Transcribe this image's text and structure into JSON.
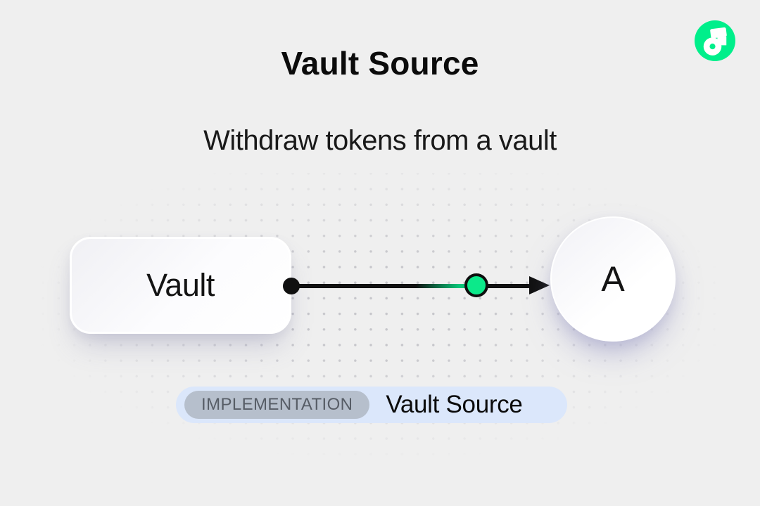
{
  "header": {
    "title": "Vault Source",
    "subtitle": "Withdraw tokens from a vault",
    "logo": {
      "name": "flow-logo",
      "color": "#00ef8b"
    }
  },
  "diagram": {
    "nodes": [
      {
        "id": "vault",
        "label": "Vault",
        "shape": "rounded-rect"
      },
      {
        "id": "account",
        "label": "A",
        "shape": "circle"
      }
    ],
    "edge": {
      "from": "vault",
      "to": "account",
      "style": "arrow",
      "token_color": "#0ce98a"
    }
  },
  "badge": {
    "tag": "IMPLEMENTATION",
    "label": "Vault Source"
  },
  "colors": {
    "background": "#efefef",
    "accent_green": "#00ef8b",
    "ink": "#101010",
    "badge_bg": "#dbe7fb",
    "tag_bg": "#b6bfcc",
    "tag_text": "#575d66",
    "dot_grid": "#c3c3c8"
  }
}
